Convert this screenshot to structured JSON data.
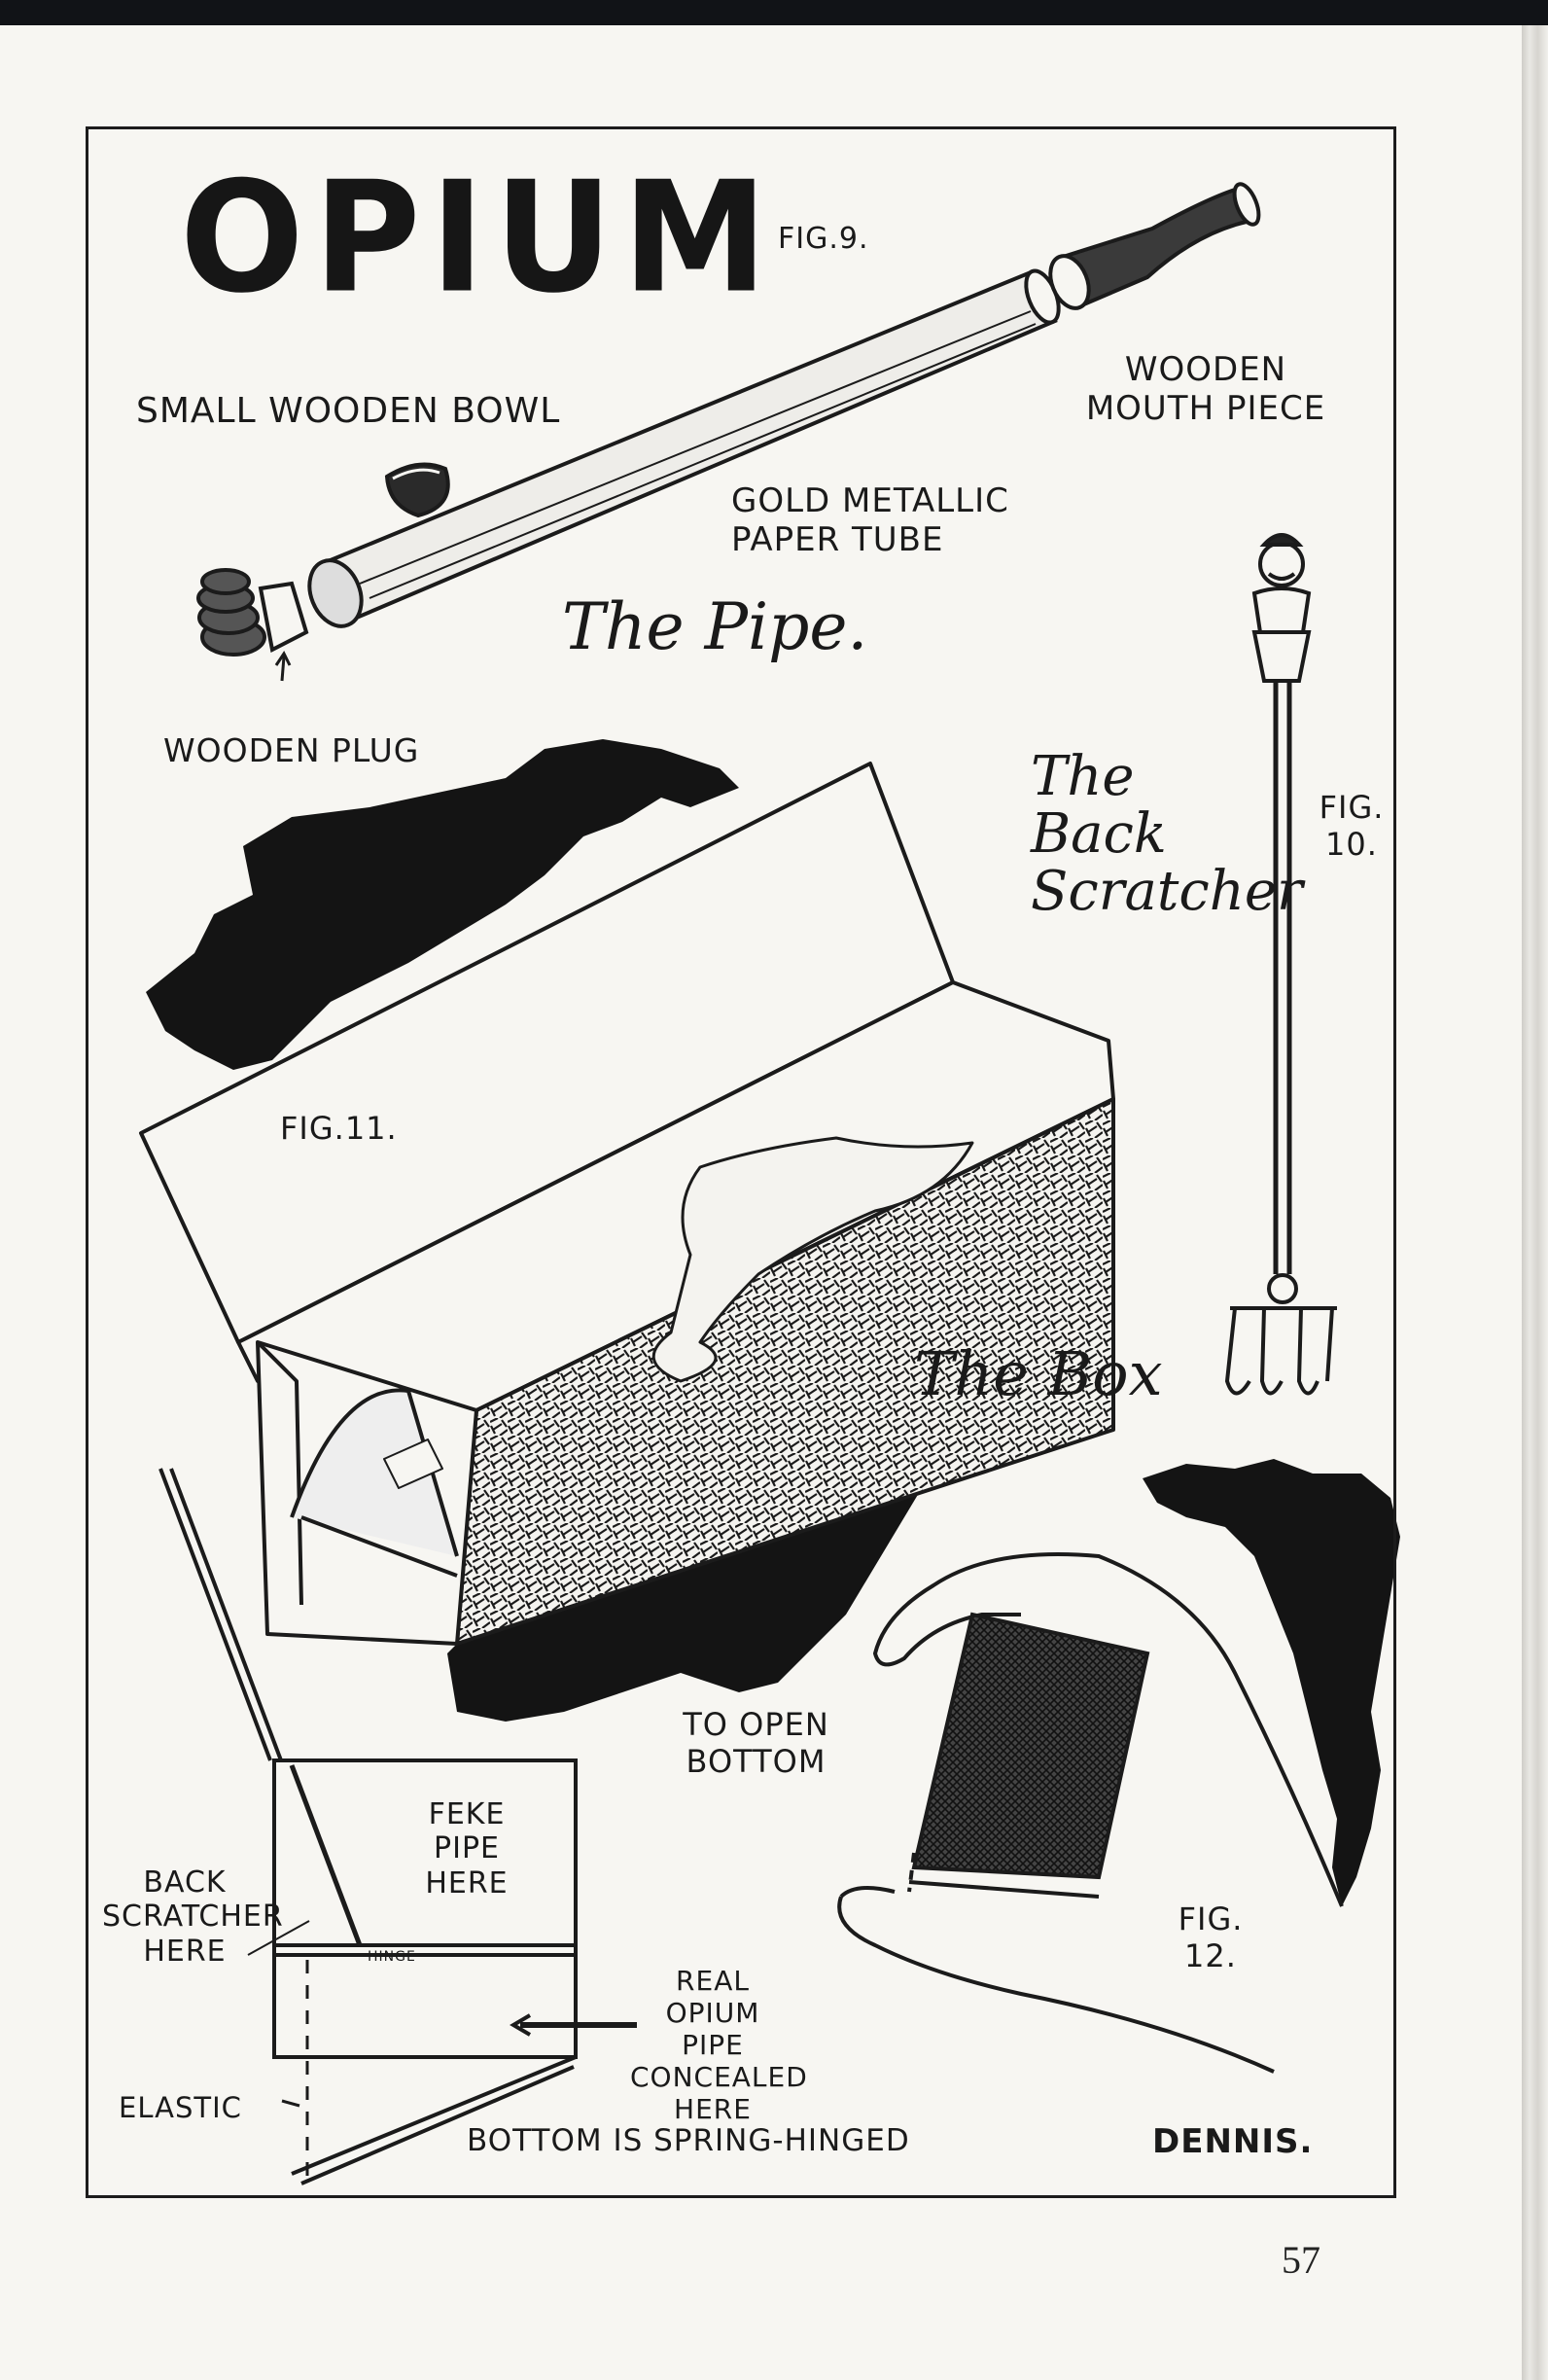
{
  "title": "OPIUM",
  "page_number": "57",
  "artist_signature": "DENNIS.",
  "labels": {
    "fig9": "FIG.9.",
    "fig10": "FIG. 10.",
    "fig11": "FIG.11.",
    "fig12": "FIG. 12.",
    "small_bowl": "SMALL WOODEN BOWL",
    "mouth_piece": "WOODEN MOUTH PIECE",
    "paper_tube": "GOLD METALLIC PAPER TUBE",
    "wooden_plug": "WOODEN PLUG",
    "the_pipe": "The Pipe.",
    "the_back_scratcher": "The Back Scratcher",
    "the_box": "The Box",
    "to_open_bottom": "TO OPEN BOTTOM",
    "feke_pipe_here": "FEKE PIPE HERE",
    "back_scratcher_here": "BACK SCRATCHER HERE",
    "hinge": "HINGE",
    "real_opium_pipe": "REAL OPIUM PIPE CONCEALED HERE",
    "elastic": "ELASTIC",
    "bottom_spring_hinged": "BOTTOM IS SPRING-HINGED"
  }
}
